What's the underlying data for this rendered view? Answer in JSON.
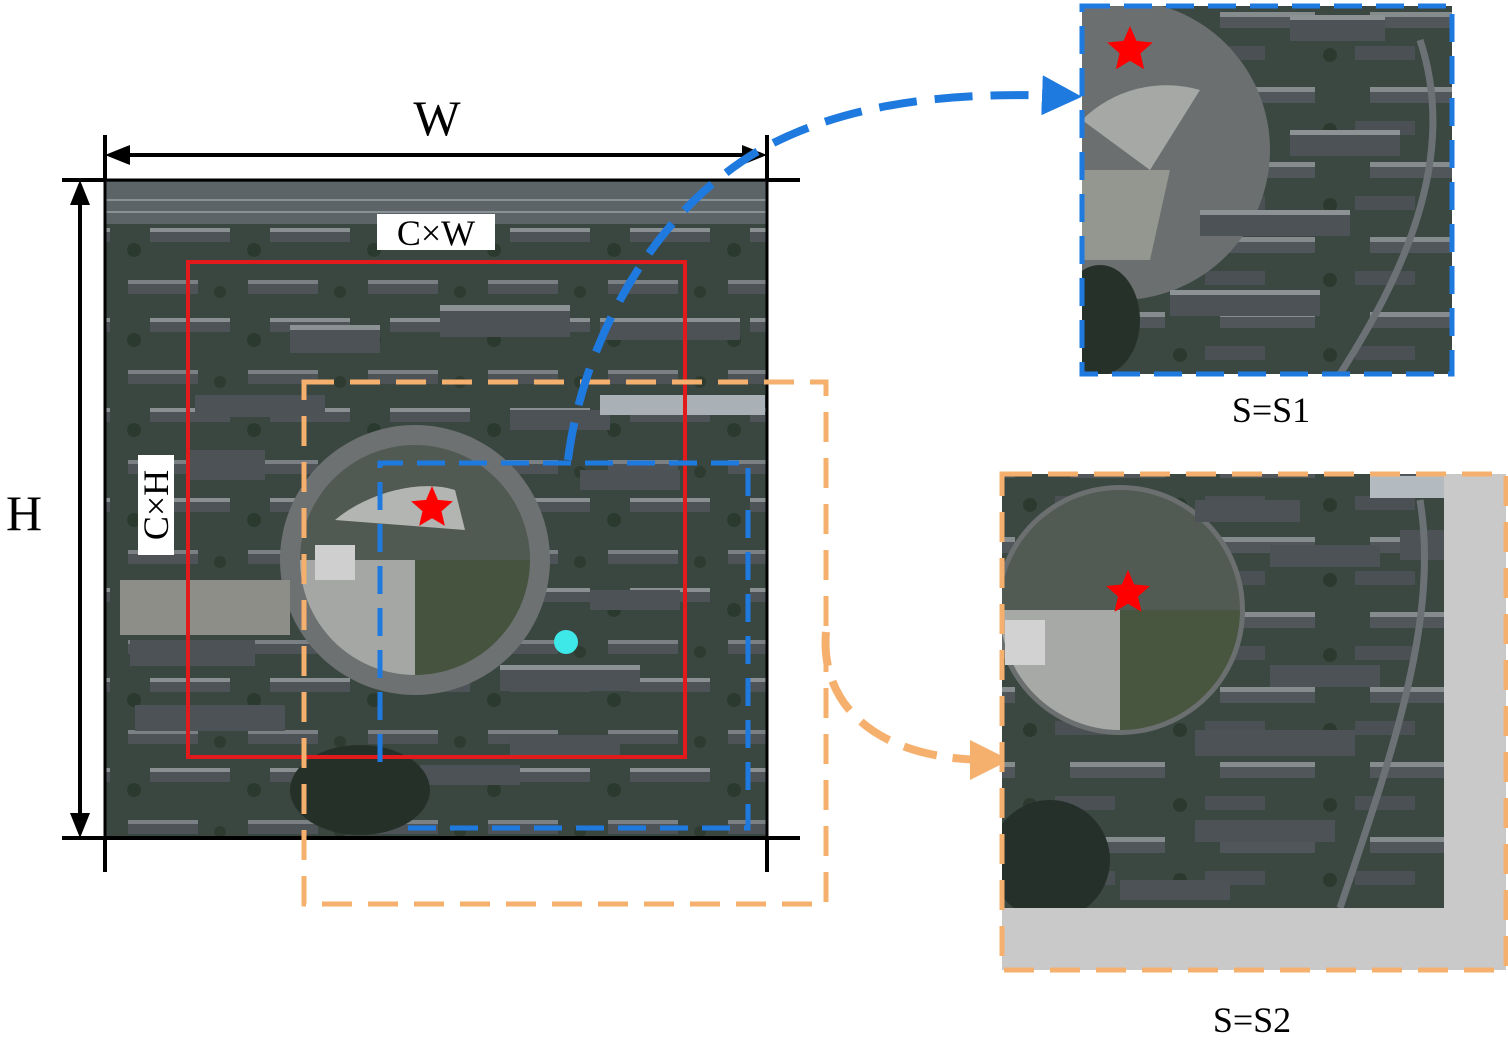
{
  "labels": {
    "width": "W",
    "height": "H",
    "crop_width": "C×W",
    "crop_height": "C×H",
    "scale_1": "S=S1",
    "scale_2": "S=S2"
  },
  "colors": {
    "crop_region": "#e31a1c",
    "scale_1_box": "#1f7ae0",
    "scale_2_box": "#f6b06e",
    "target_star": "#ff0000",
    "center_point": "#3ee8e8",
    "padding": "#c9c9c9",
    "frame": "#000000"
  },
  "icons": {
    "target": "star-icon",
    "center": "dot-icon"
  }
}
